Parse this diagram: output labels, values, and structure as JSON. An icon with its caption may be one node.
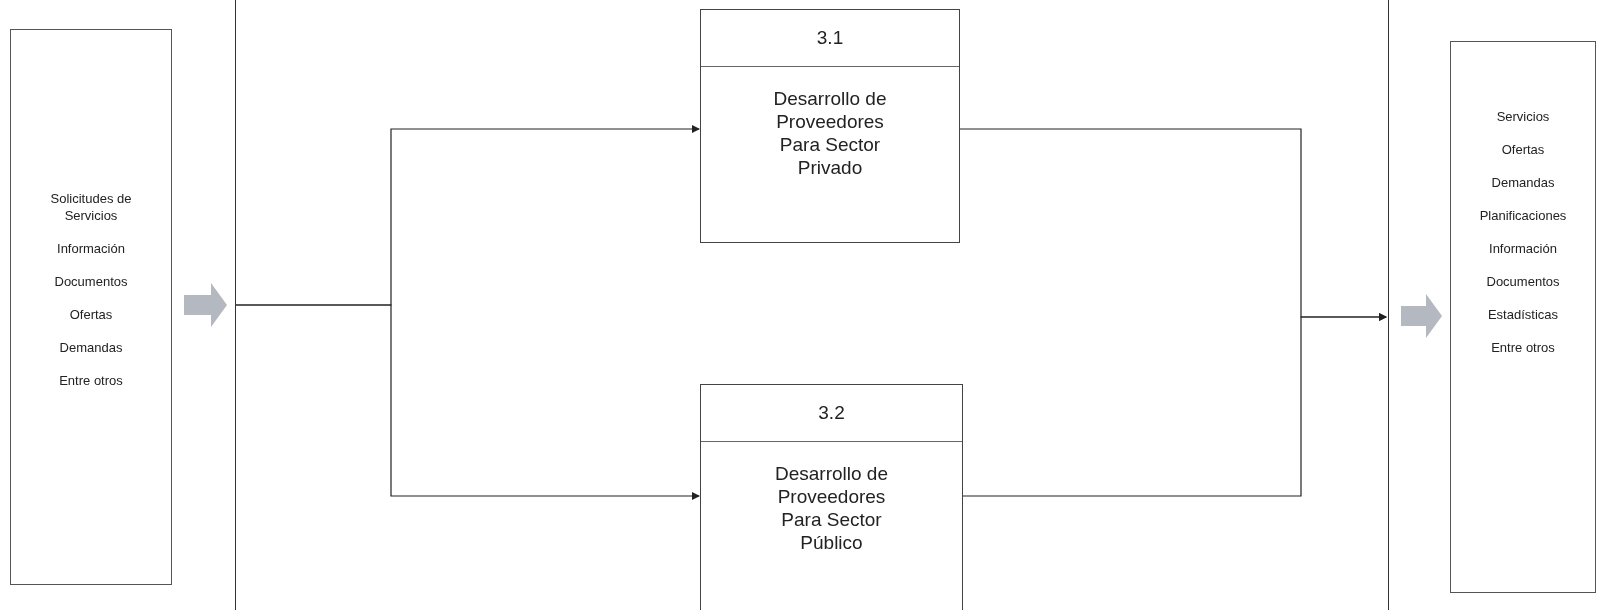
{
  "diagram": {
    "nodes": [
      {
        "text": [
          "Solicitudes de Servicios",
          "Información",
          "Documentos",
          "Ofertas",
          "Demandas",
          "Entre otros"
        ]
      },
      {
        "text": [],
        "shape": "box"
      },
      {
        "text": [
          "3.1",
          "Desarrollo de Proveedores Para Sector Privado"
        ],
        "in": 1
      },
      {
        "text": [
          "3.2",
          "Desarrollo de Proveedores Para Sector Público"
        ],
        "in": 1
      },
      {
        "text": [
          "Servicios",
          "Ofertas",
          "Demandas",
          "Planificaciones",
          "Información",
          "Documentos",
          "Estadísticas",
          "Entre otros"
        ]
      }
    ],
    "edges": [
      {
        "from": 0,
        "to": 1,
        "arrow": "to",
        "style": "thick",
        "color": "#b4b8c0"
      },
      {
        "from": null,
        "to": 2,
        "arrow": "to"
      },
      {
        "from": null,
        "to": 3,
        "arrow": "to"
      },
      {
        "from": 2,
        "to": null,
        "arrow": "to"
      },
      {
        "from": 3,
        "to": null,
        "arrow": "to"
      },
      {
        "from": 1,
        "to": 4,
        "arrow": "to",
        "style": "thick",
        "color": "#b4b8c0"
      }
    ]
  }
}
